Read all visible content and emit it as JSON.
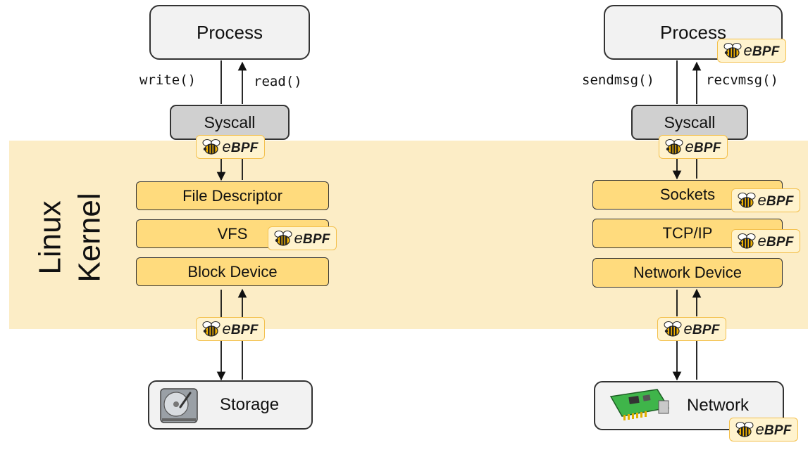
{
  "kernel": {
    "line1": "Linux",
    "line2": "Kernel"
  },
  "ebpf_badge": {
    "text_e": "e",
    "text_bpf": "BPF"
  },
  "storage_stack": {
    "process": "Process",
    "call_down": "write()",
    "call_up": "read()",
    "syscall": "Syscall",
    "layers": [
      "File Descriptor",
      "VFS",
      "Block Device"
    ],
    "device": "Storage",
    "device_icon": "hard-disk-icon"
  },
  "network_stack": {
    "process": "Process",
    "call_down": "sendmsg()",
    "call_up": "recvmsg()",
    "syscall": "Syscall",
    "layers": [
      "Sockets",
      "TCP/IP",
      "Network Device"
    ],
    "device": "Network",
    "device_icon": "network-card-icon"
  },
  "colors": {
    "kernel_band": "#fcedc6",
    "layer_fill": "#ffdb7d",
    "syscall_fill": "#d0d0d0",
    "box_fill": "#f2f2f2",
    "badge_fill": "#fff3ce",
    "badge_border": "#f3c04d"
  }
}
